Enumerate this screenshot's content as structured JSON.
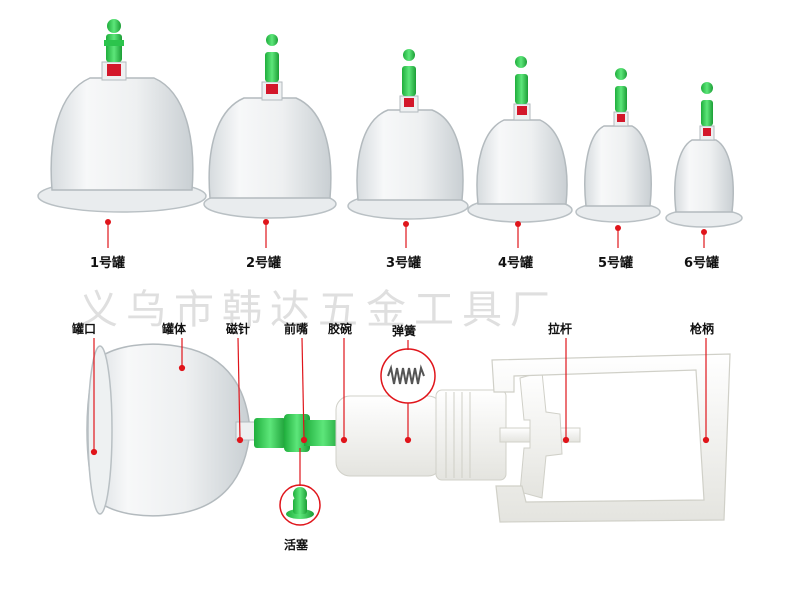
{
  "watermark": "义乌市韩达五金工具厂",
  "cup_sizes": [
    "1号罐",
    "2号罐",
    "3号罐",
    "4号罐",
    "5号罐",
    "6号罐"
  ],
  "parts": {
    "cup_mouth": "罐口",
    "cup_body": "罐体",
    "magnet_needle": "磁针",
    "front_nozzle": "前嘴",
    "rubber_bowl": "胶碗",
    "spring": "弹簧",
    "pull_rod": "拉杆",
    "gun_handle": "枪柄",
    "piston": "活塞"
  },
  "colors": {
    "valve_green": "#3cd45a",
    "marker_red": "#e0151b",
    "plastic_white": "#f2f2ee"
  }
}
